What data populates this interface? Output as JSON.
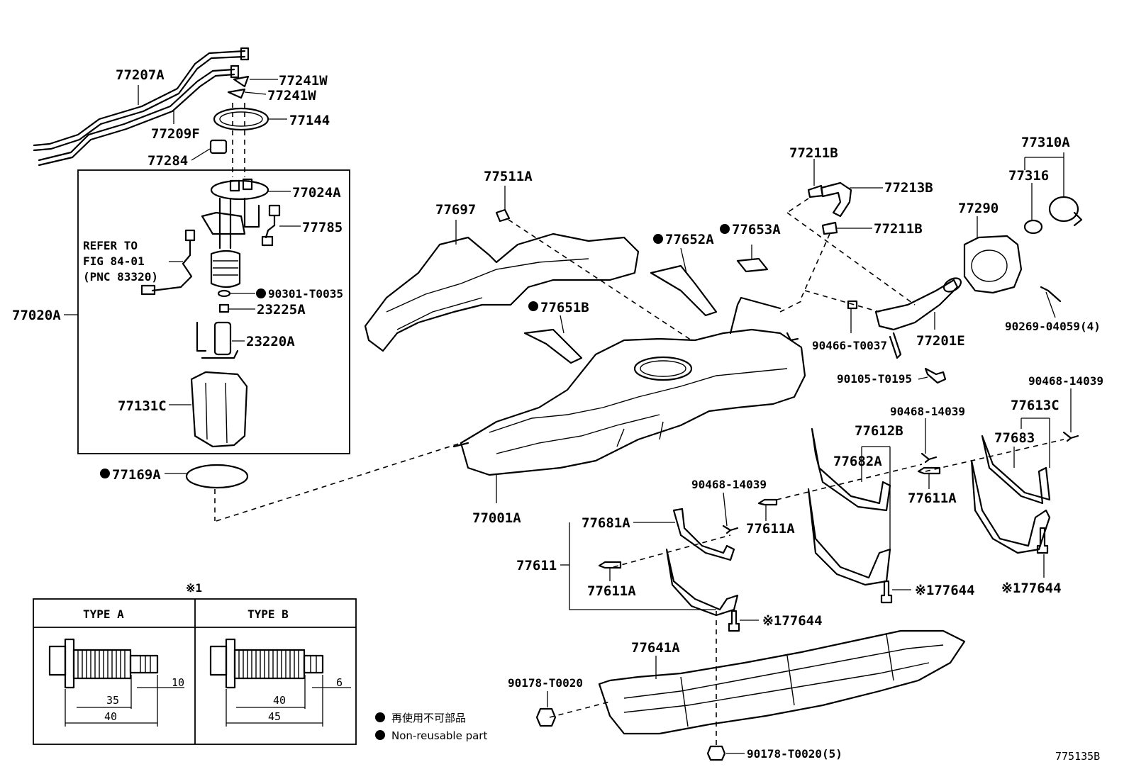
{
  "labels": {
    "p77207A": "77207A",
    "p77209F": "77209F",
    "p77284": "77284",
    "p77241W_1": "77241W",
    "p77241W_2": "77241W",
    "p77144": "77144",
    "p77024A": "77024A",
    "p77785": "77785",
    "refer1": "REFER TO",
    "refer2": "FIG 84-01",
    "refer3": "(PNC 83320)",
    "p90301": "90301-T0035",
    "p23225A": "23225A",
    "p23220A": "23220A",
    "p77020A": "77020A",
    "p77131C": "77131C",
    "p77169A": "77169A",
    "p77511A": "77511A",
    "p77697": "77697",
    "p77652A": "77652A",
    "p77653A": "77653A",
    "p77651B": "77651B",
    "p77211B_1": "77211B",
    "p77213B": "77213B",
    "p77211B_2": "77211B",
    "p77310A": "77310A",
    "p77316": "77316",
    "p77290": "77290",
    "p90269": "90269-04059(4)",
    "p90466": "90466-T0037",
    "p77201E": "77201E",
    "p90105": "90105-T0195",
    "p77001A": "77001A",
    "p90468_1": "90468-14039",
    "p90468_2": "90468-14039",
    "p90468_3": "90468-14039",
    "p77613C": "77613C",
    "p77683": "77683",
    "p77612B": "77612B",
    "p77682A": "77682A",
    "p77611A_1": "77611A",
    "p77611A_2": "77611A",
    "p77611A_3": "77611A",
    "p77681A": "77681A",
    "p77611": "77611",
    "p77644_1": "※177644",
    "p77644_2": "※177644",
    "p77644_3": "※177644",
    "p77641A": "77641A",
    "p90178_1": "90178-T0020",
    "p90178_2": "90178-T0020(5)",
    "fig_code": "775135B"
  },
  "inset": {
    "marker": "※1",
    "type_a": "TYPE A",
    "type_b": "TYPE B",
    "a_dim_10": "10",
    "a_dim_35": "35",
    "a_dim_40": "40",
    "b_dim_6": "6",
    "b_dim_40": "40",
    "b_dim_45": "45"
  },
  "legend": {
    "jp": "再使用不可部品",
    "en": "Non-reusable part"
  }
}
